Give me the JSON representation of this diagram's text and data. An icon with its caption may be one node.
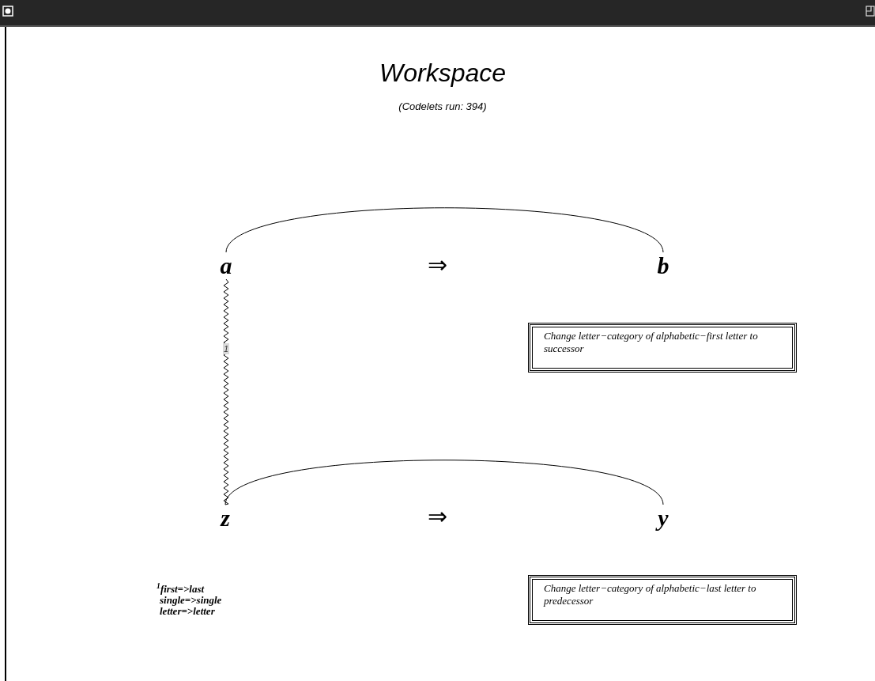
{
  "diagram": {
    "title": "Workspace",
    "caption": "(Codelets run: 394)",
    "nodes": [
      {
        "text": [
          "a"
        ]
      },
      {
        "text": [
          "b"
        ]
      },
      {
        "text": [
          "z"
        ]
      },
      {
        "text": [
          "y"
        ]
      },
      {
        "text": [
          "Change letter−category of alphabetic−first letter to successor"
        ]
      },
      {
        "text": [
          "Change letter−category of alphabetic−last letter to predecessor"
        ]
      }
    ],
    "edges": [
      {
        "from": 0,
        "to": 1,
        "arrow": "none"
      },
      {
        "from": 2,
        "to": 3,
        "arrow": "none"
      },
      {
        "from": 0,
        "to": 2,
        "arrow": "none",
        "label": "1"
      }
    ],
    "labels": [
      "⇒",
      "⇒",
      "$^{1}$first=>last",
      "single=>single",
      "letter=>letter"
    ]
  }
}
